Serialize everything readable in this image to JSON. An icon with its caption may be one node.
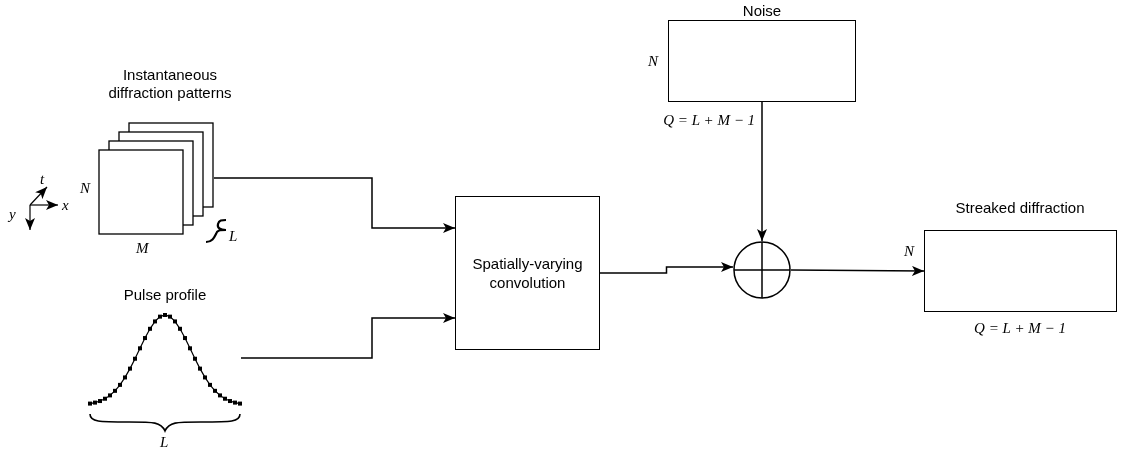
{
  "diagram": {
    "nodes": [
      {
        "text": [
          "Instantaneous diffraction patterns"
        ],
        "beside": [
          "N",
          "M",
          "L"
        ]
      },
      {
        "text": [
          "Pulse profile"
        ],
        "beside": [
          "L"
        ]
      },
      {
        "text": [
          "Spatially-varying convolution"
        ]
      },
      {
        "text": [
          "Noise"
        ],
        "beside": [
          "N",
          "Q = L + M − 1"
        ]
      },
      {
        "text": [],
        "shape": "circle"
      },
      {
        "text": [
          "Streaked diffraction"
        ],
        "beside": [
          "N",
          "Q = L + M − 1"
        ]
      }
    ],
    "edges": [
      {
        "from": 0,
        "to": 2,
        "arrow": "to"
      },
      {
        "from": 1,
        "to": 2,
        "arrow": "to"
      },
      {
        "from": 2,
        "to": 4,
        "arrow": "to"
      },
      {
        "from": 3,
        "to": 4,
        "arrow": "to"
      },
      {
        "from": 4,
        "to": 5,
        "arrow": "to"
      }
    ],
    "labels": [
      "t",
      "x",
      "y"
    ]
  }
}
